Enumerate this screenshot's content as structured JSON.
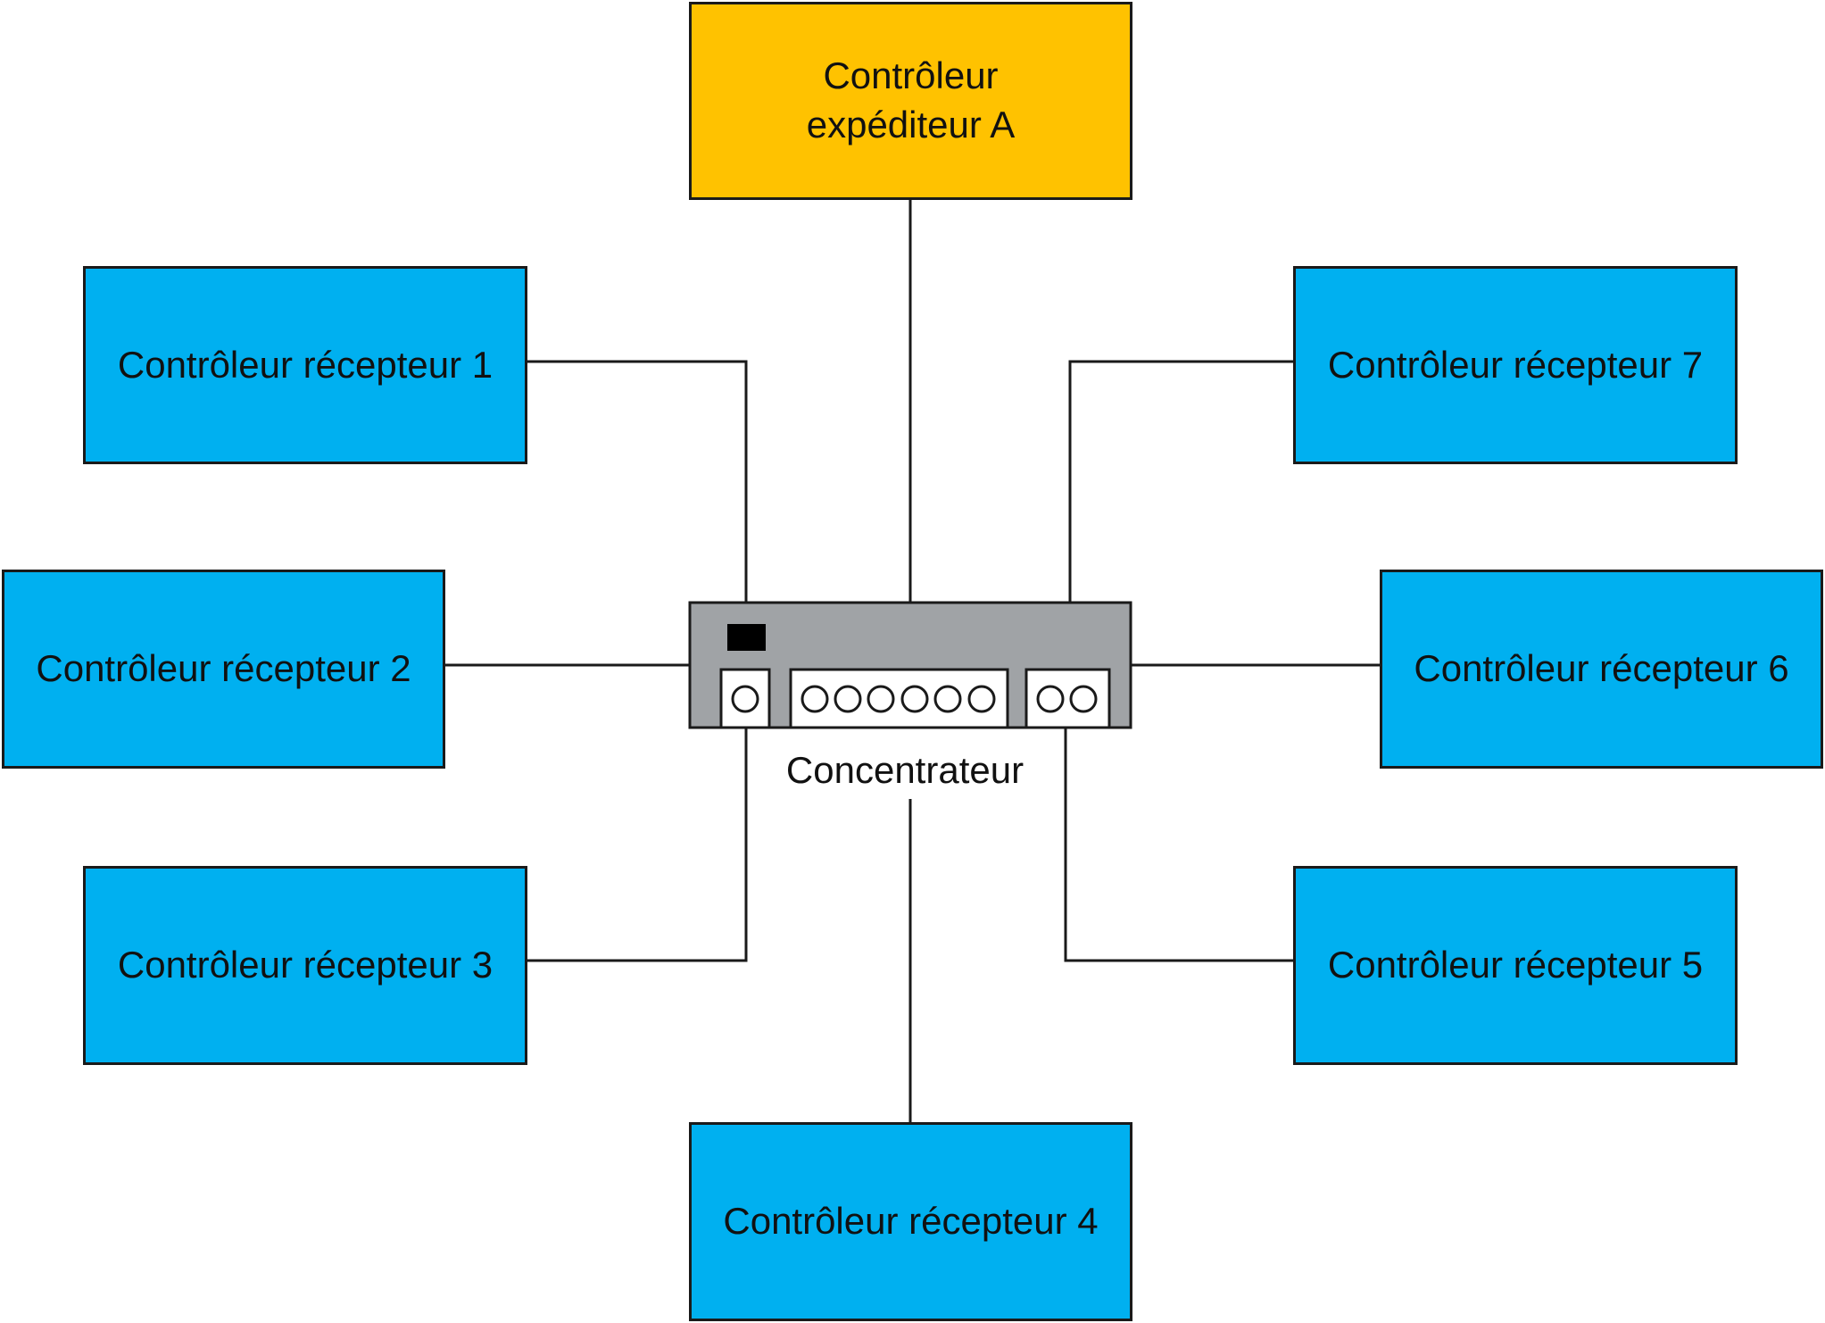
{
  "colors": {
    "sender_fill": "#FFC200",
    "receiver_fill": "#00B0F0",
    "hub_body": "#A0A3A6",
    "hub_indicator": "#000000",
    "line": "#1a1a1a",
    "background": "#FFFFFF"
  },
  "sender": {
    "label": "Contrôleur\nexpéditeur A"
  },
  "receivers": [
    {
      "label": "Contrôleur récepteur 1"
    },
    {
      "label": "Contrôleur récepteur 2"
    },
    {
      "label": "Contrôleur récepteur 3"
    },
    {
      "label": "Contrôleur récepteur 4"
    },
    {
      "label": "Contrôleur récepteur 5"
    },
    {
      "label": "Contrôleur récepteur 6"
    },
    {
      "label": "Contrôleur récepteur 7"
    }
  ],
  "hub": {
    "label": "Concentrateur",
    "port_groups": [
      {
        "name": "group-1",
        "ports": 1
      },
      {
        "name": "group-2",
        "ports": 6
      },
      {
        "name": "group-3",
        "ports": 2
      }
    ]
  }
}
